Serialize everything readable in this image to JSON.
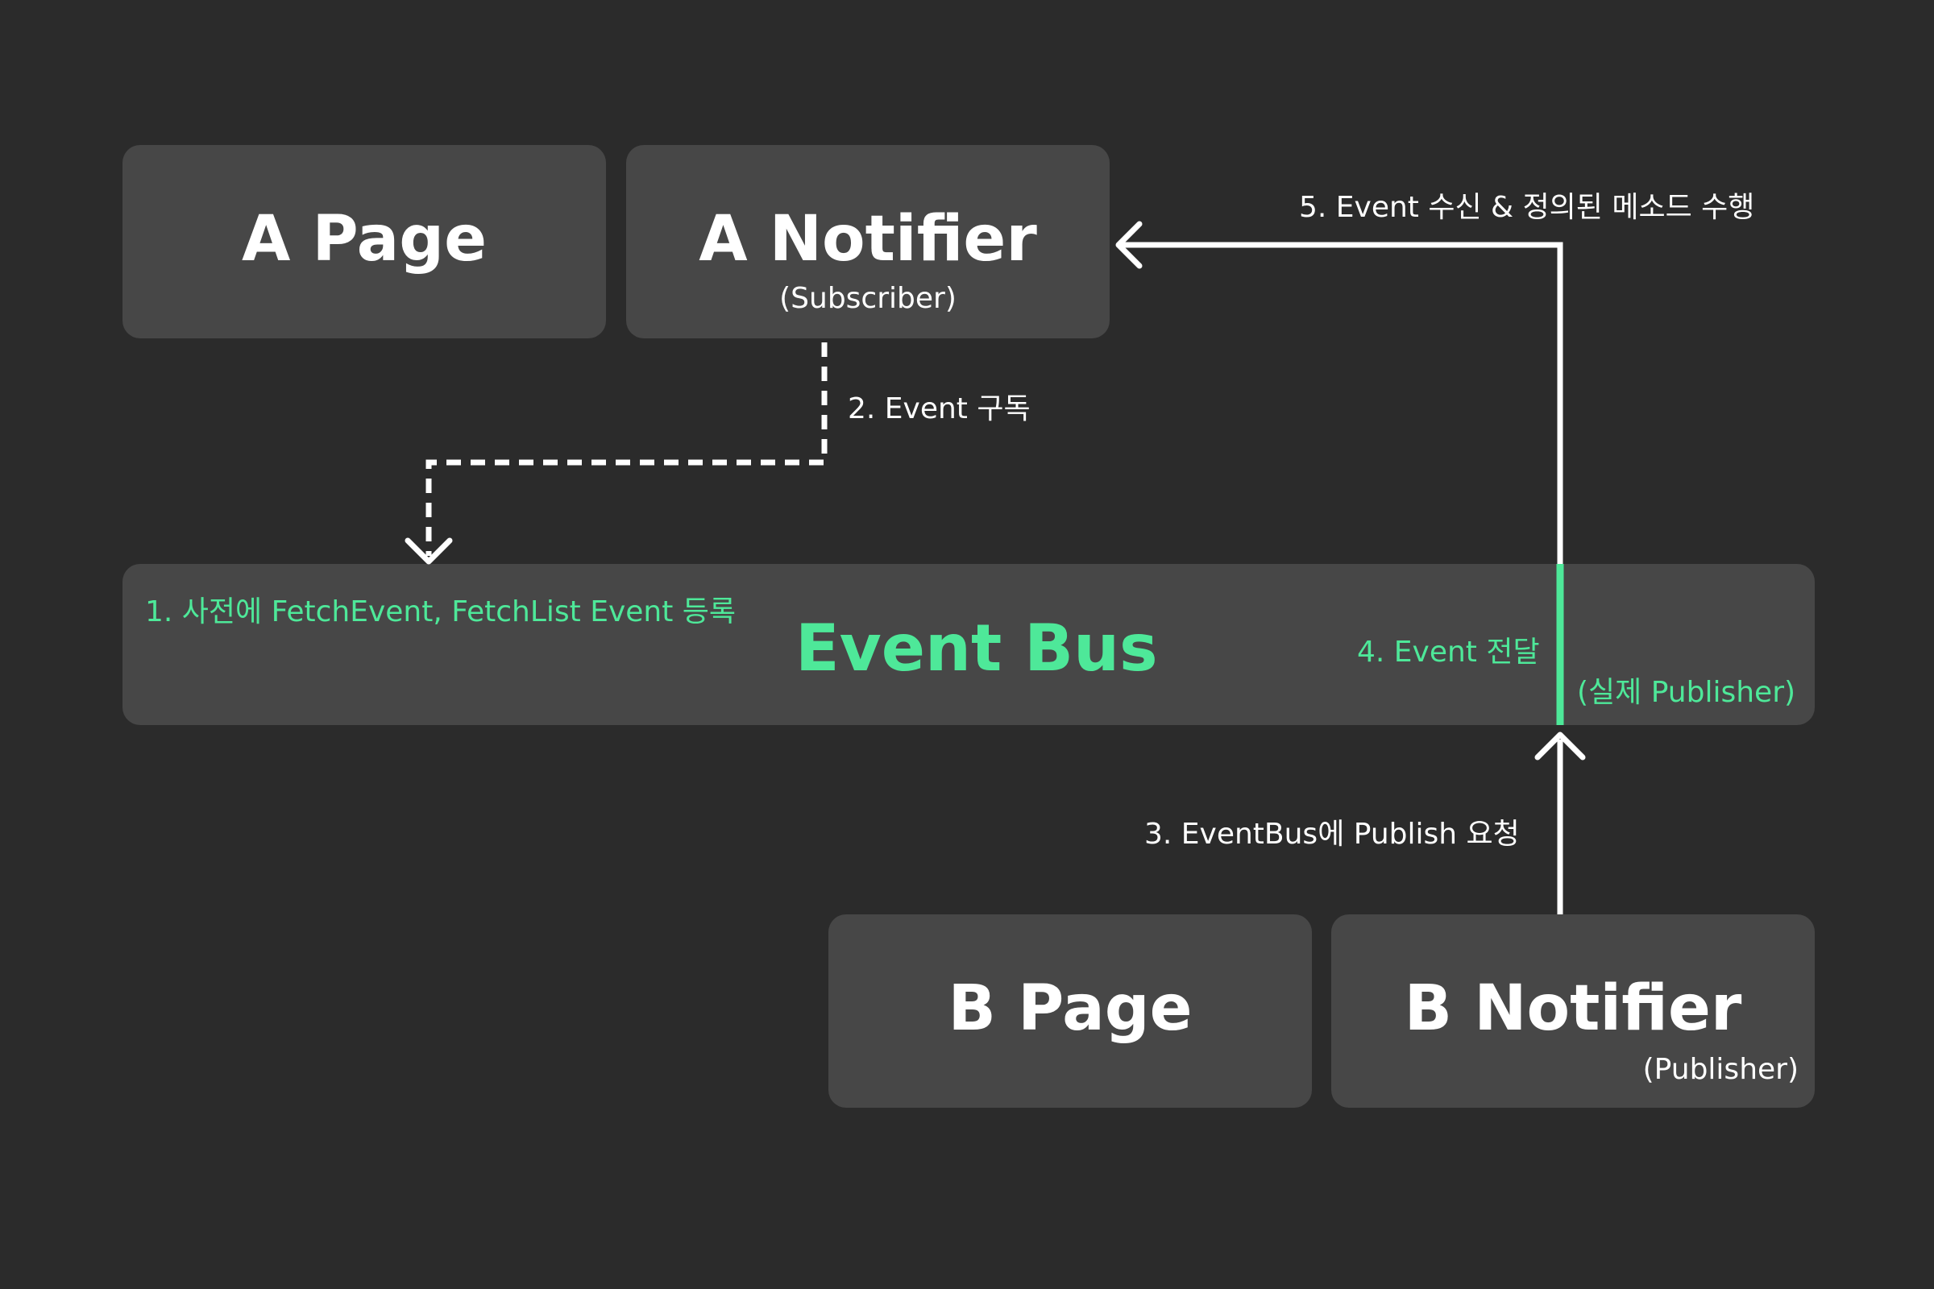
{
  "colors": {
    "background": "#2b2b2b",
    "box": "#474747",
    "accent": "#4ee899",
    "text": "#ffffff"
  },
  "nodes": {
    "a_page": {
      "title": "A Page"
    },
    "a_notifier": {
      "title": "A Notifier",
      "role": "(Subscriber)"
    },
    "event_bus": {
      "title": "Event Bus",
      "step1": "1. 사전에 FetchEvent, FetchList Event 등록",
      "role": "(실제 Publisher)"
    },
    "b_page": {
      "title": "B Page"
    },
    "b_notifier": {
      "title": "B Notifier",
      "role": "(Publisher)"
    }
  },
  "steps": {
    "step2": "2. Event 구독",
    "step3": "3. EventBus에 Publish 요청",
    "step4": "4. Event 전달",
    "step5": "5. Event 수신 & 정의된 메소드 수행"
  }
}
